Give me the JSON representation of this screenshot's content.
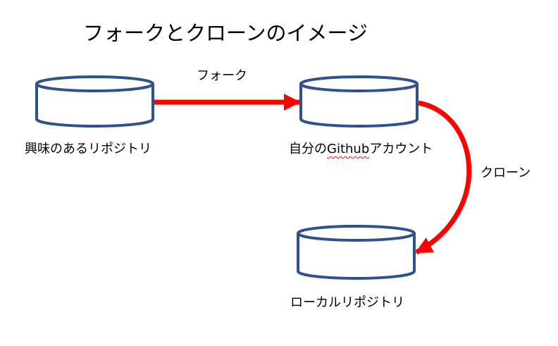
{
  "title": "フォークとクローンのイメージ",
  "repositories": {
    "interesting": "興味のあるリポジトリ",
    "own_account_prefix": "自分の",
    "own_account_github": "Github",
    "own_account_suffix": "アカウント",
    "local": "ローカルリポジトリ"
  },
  "edges": {
    "fork": "フォーク",
    "clone": "クローン"
  },
  "colors": {
    "cylinder_stroke": "#2f528f",
    "arrow": "#ff0000",
    "spellcheck_underline": "#d01818"
  }
}
